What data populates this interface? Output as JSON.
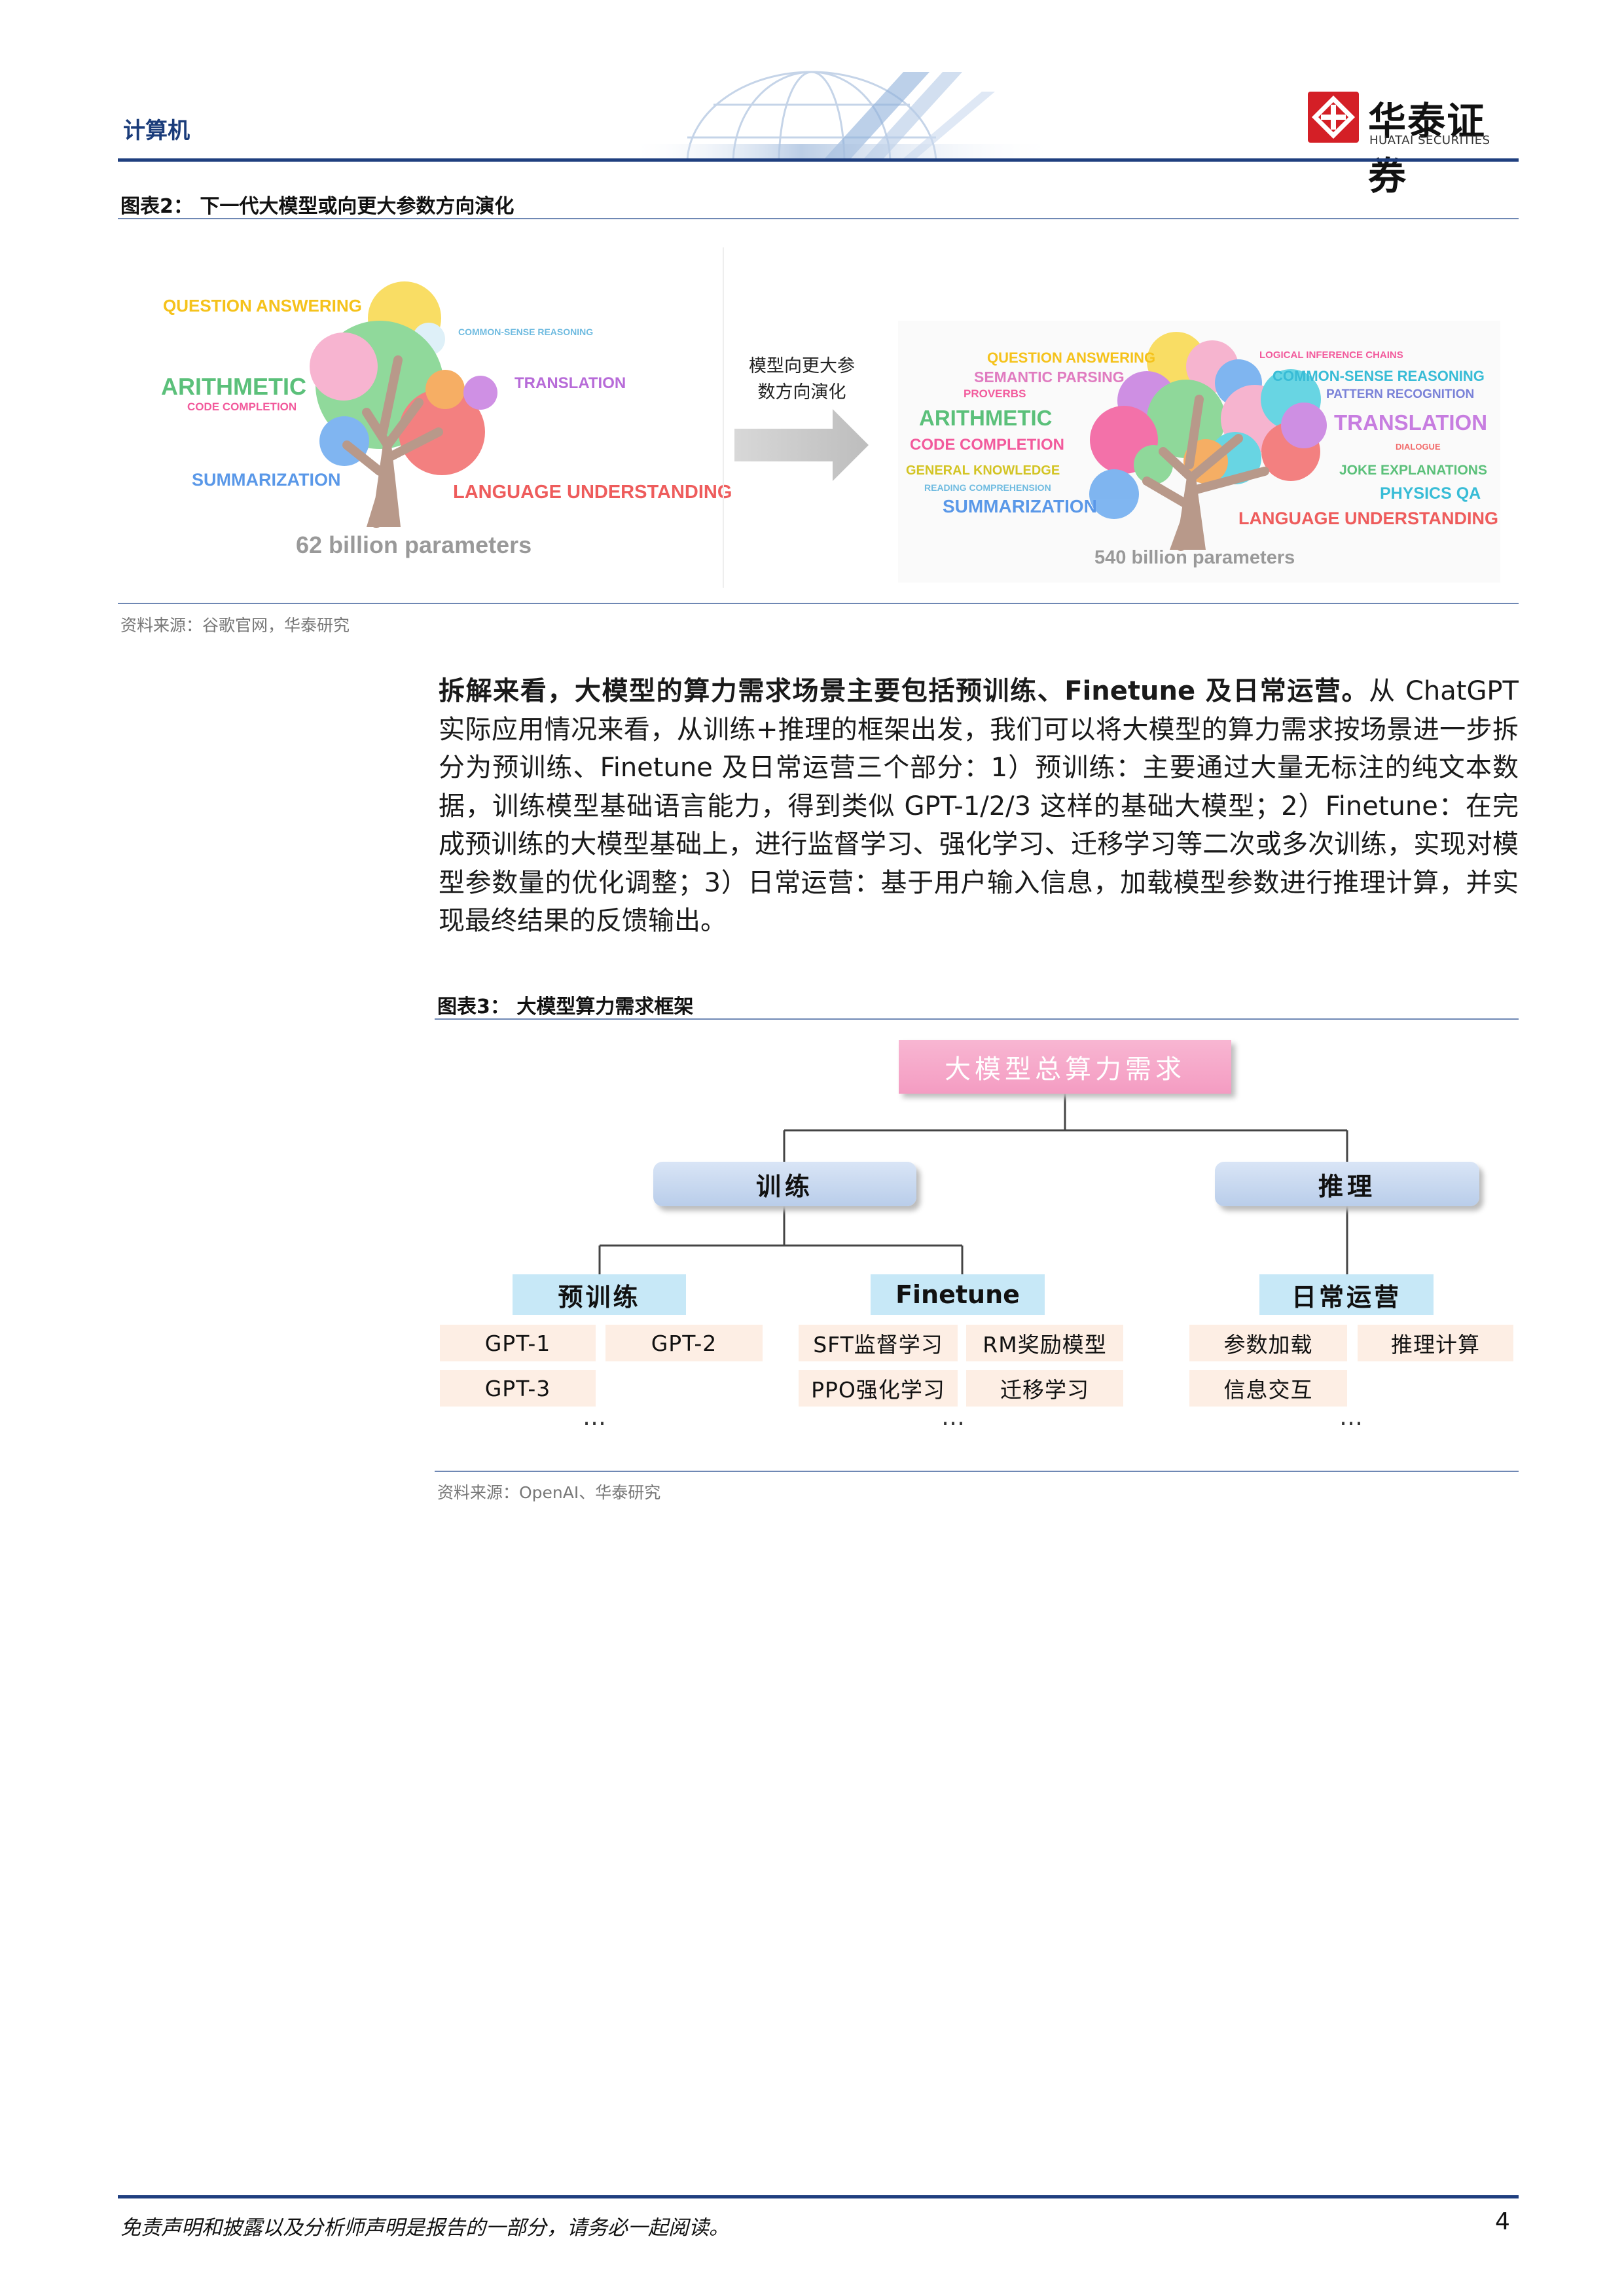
{
  "header": {
    "section": "计算机",
    "brand_name": "华泰证券",
    "brand_sub": "HUATAI SECURITIES"
  },
  "figure2": {
    "caption": "图表2： 下一代大模型或向更大参数方向演化",
    "left_panel": {
      "labels": [
        "QUESTION ANSWERING",
        "COMMON-SENSE REASONING",
        "ARITHMETIC",
        "CODE COMPLETION",
        "TRANSLATION",
        "SUMMARIZATION",
        "LANGUAGE UNDERSTANDING"
      ],
      "params": "62 billion parameters"
    },
    "arrow_text_line1": "模型向更大参",
    "arrow_text_line2": "数方向演化",
    "right_panel": {
      "labels": [
        "QUESTION ANSWERING",
        "LOGICAL INFERENCE CHAINS",
        "SEMANTIC PARSING",
        "COMMON-SENSE REASONING",
        "PROVERBS",
        "PATTERN RECOGNITION",
        "ARITHMETIC",
        "TRANSLATION",
        "CODE COMPLETION",
        "DIALOGUE",
        "GENERAL KNOWLEDGE",
        "JOKE EXPLANATIONS",
        "READING COMPREHENSION",
        "PHYSICS QA",
        "SUMMARIZATION",
        "LANGUAGE UNDERSTANDING"
      ],
      "params": "540 billion parameters"
    },
    "source": "资料来源：谷歌官网，华泰研究"
  },
  "body": {
    "lead_bold": "拆解来看，大模型的算力需求场景主要包括预训练、Finetune 及日常运营。",
    "text": "从 ChatGPT 实际应用情况来看，从训练+推理的框架出发，我们可以将大模型的算力需求按场景进一步拆分为预训练、Finetune 及日常运营三个部分：1）预训练：主要通过大量无标注的纯文本数据，训练模型基础语言能力，得到类似 GPT-1/2/3 这样的基础大模型；2）Finetune：在完成预训练的大模型基础上，进行监督学习、强化学习、迁移学习等二次或多次训练，实现对模型参数量的优化调整；3）日常运营：基于用户输入信息，加载模型参数进行推理计算，并实现最终结果的反馈输出。"
  },
  "figure3": {
    "caption": "图表3： 大模型算力需求框架",
    "root": "大模型总算力需求",
    "train": "训练",
    "infer": "推理",
    "pretrain": "预训练",
    "finetune": "Finetune",
    "ops": "日常运营",
    "pretrain_items": [
      "GPT-1",
      "GPT-2",
      "GPT-3"
    ],
    "finetune_items": [
      "SFT监督学习",
      "RM奖励模型",
      "PPO强化学习",
      "迁移学习"
    ],
    "ops_items": [
      "参数加载",
      "推理计算",
      "信息交互"
    ],
    "ellipsis": "…",
    "source": "资料来源：OpenAI、华泰研究"
  },
  "footer": {
    "disclaimer": "免责声明和披露以及分析师声明是报告的一部分，请务必一起阅读。",
    "page": "4"
  }
}
